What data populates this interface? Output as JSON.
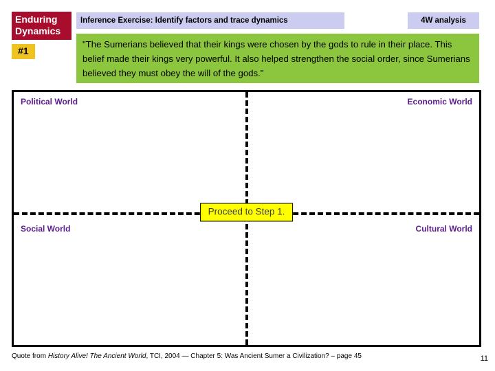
{
  "brand": {
    "line1": "Enduring",
    "line2": "Dynamics",
    "number": "#1",
    "bg_color": "#A90D2E",
    "number_bg_color": "#F0C420"
  },
  "header": {
    "title": "Inference Exercise:  Identify factors and trace dynamics",
    "analysis_tag": "4W analysis",
    "bar_color": "#CCCCF0"
  },
  "quote": {
    "text": "\"The Sumerians believed that their kings were chosen by the gods to rule in their place.  This belief made their kings very powerful.  It also helped strengthen the social order, since Sumerians believed they must obey the will of the gods.\"",
    "bg_color": "#8CC63E"
  },
  "quadrants": {
    "label_color": "#5B1C8C",
    "top_left": "Political World",
    "top_right": "Economic World",
    "bottom_left": "Social World",
    "bottom_right": "Cultural World"
  },
  "proceed": {
    "label": "Proceed to Step 1.",
    "bg_color": "#FFFF00"
  },
  "footer": {
    "prefix": "Quote from ",
    "source_title": "History Alive! The Ancient World",
    "suffix": ", TCI, 2004 — Chapter 5: Was Ancient Sumer a Civilization? – page 45",
    "page_number": "11"
  }
}
